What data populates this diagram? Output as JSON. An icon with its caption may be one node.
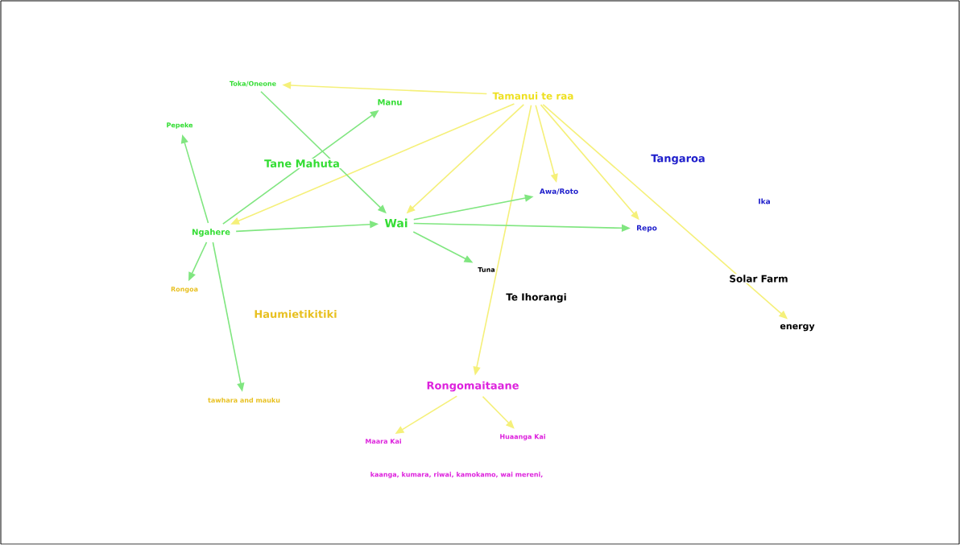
{
  "diagram": {
    "nodes": [
      {
        "text": [
          "Toka/Oneone"
        ]
      },
      {
        "text": [
          "Tamanui te raa"
        ]
      },
      {
        "text": [
          "Manu"
        ]
      },
      {
        "text": [
          "Pepeke"
        ]
      },
      {
        "text": [
          "Ngahere"
        ]
      },
      {
        "text": [
          "Wai"
        ]
      },
      {
        "text": [
          "Awa/Roto"
        ]
      },
      {
        "text": [
          "Repo"
        ]
      },
      {
        "text": [
          "Tuna"
        ]
      },
      {
        "text": [
          "Rongoa"
        ]
      },
      {
        "text": [
          "energy"
        ]
      },
      {
        "text": [
          "tawhara and mauku"
        ]
      },
      {
        "text": [
          "Rongomaitaane"
        ]
      },
      {
        "text": [
          "Huaanga Kai"
        ]
      },
      {
        "text": [
          "Maara Kai"
        ]
      }
    ],
    "edges": [
      {
        "from": 1,
        "to": 0,
        "arrow": "to",
        "color": "#f5f07a"
      },
      {
        "from": 1,
        "to": 4,
        "arrow": "to",
        "color": "#f5f07a"
      },
      {
        "from": 1,
        "to": 5,
        "arrow": "to",
        "color": "#f5f07a"
      },
      {
        "from": 1,
        "to": 12,
        "arrow": "to",
        "color": "#f5f07a"
      },
      {
        "from": 1,
        "to": 6,
        "arrow": "to",
        "color": "#f5f07a"
      },
      {
        "from": 1,
        "to": 7,
        "arrow": "to",
        "color": "#f5f07a"
      },
      {
        "from": 1,
        "to": 10,
        "arrow": "to",
        "color": "#f5f07a"
      },
      {
        "from": 0,
        "to": 5,
        "arrow": "to",
        "color": "#80e680"
      },
      {
        "from": 4,
        "to": 2,
        "arrow": "to",
        "color": "#80e680"
      },
      {
        "from": 4,
        "to": 3,
        "arrow": "to",
        "color": "#80e680"
      },
      {
        "from": 4,
        "to": 5,
        "arrow": "to",
        "color": "#80e680"
      },
      {
        "from": 4,
        "to": 9,
        "arrow": "to",
        "color": "#80e680"
      },
      {
        "from": 4,
        "to": 11,
        "arrow": "to",
        "color": "#80e680"
      },
      {
        "from": 5,
        "to": 6,
        "arrow": "to",
        "color": "#80e680"
      },
      {
        "from": 5,
        "to": 7,
        "arrow": "to",
        "color": "#80e680"
      },
      {
        "from": 5,
        "to": 8,
        "arrow": "to",
        "color": "#80e680"
      },
      {
        "from": 12,
        "to": 14,
        "arrow": "to",
        "color": "#f5f07a"
      },
      {
        "from": 12,
        "to": 13,
        "arrow": "to",
        "color": "#f5f07a"
      }
    ],
    "labels": [
      "Tangaroa",
      "Tane Mahuta",
      "Ika",
      "Solar Farm",
      "Te Ihorangi",
      "Haumietikitiki",
      "kaanga, kumara, riwai, kamokamo, wai mereni,"
    ]
  }
}
